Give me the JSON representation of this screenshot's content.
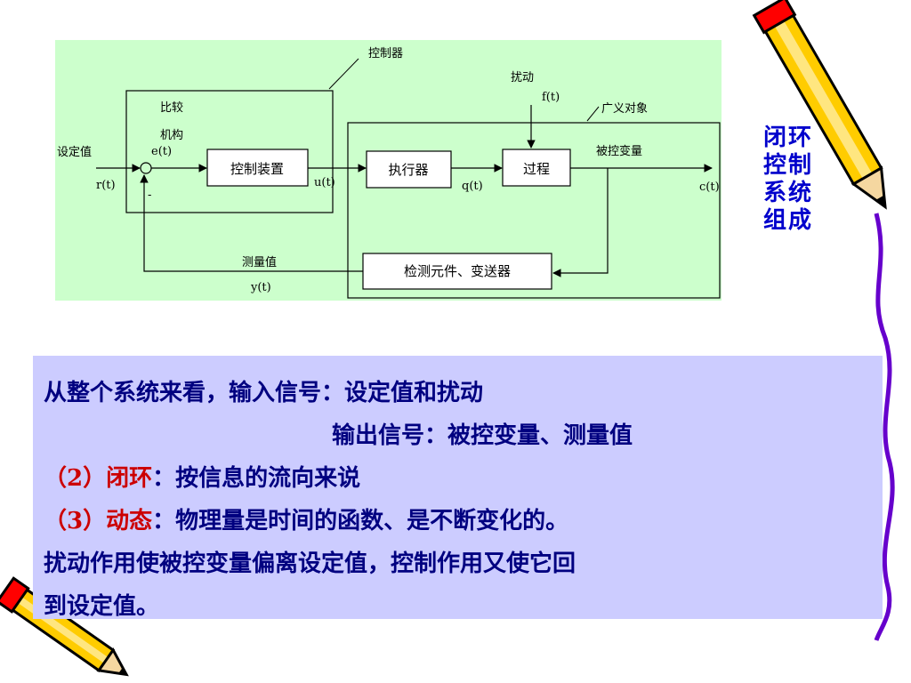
{
  "diagram": {
    "controller_label": "控制器",
    "disturbance_label": "扰动",
    "disturbance_signal": "f(t)",
    "generalized_object_label": "广义对象",
    "comparison_label_1": "比较",
    "comparison_label_2": "机构",
    "error_signal": "e(t)",
    "setpoint_label": "设定值",
    "setpoint_signal": "r(t)",
    "minus_sign": "-",
    "control_device": "控制装置",
    "control_signal": "u(t)",
    "actuator": "执行器",
    "manipulated_signal": "q(t)",
    "process": "过程",
    "controlled_variable_label": "被控变量",
    "output_signal": "c(t)",
    "measured_value_label": "测量值",
    "measured_signal": "y(t)",
    "transmitter": "检测元件、变送器"
  },
  "side_title": [
    "闭环",
    "控制",
    "系统",
    "组成"
  ],
  "text": {
    "line1": "从整个系统来看，输入信号：设定值和扰动",
    "line2": "输出信号：被控变量、测量值",
    "line3_prefix": "（2）闭环",
    "line3_colon": "：",
    "line3_body": "按信息的流向来说",
    "line4_prefix": "（3）动态",
    "line4_colon": "：",
    "line4_body": "物理量是时间的函数、是不断变化的。",
    "line5": "扰动作用使被控变量偏离设定值，控制作用又使它回",
    "line6": "到设定值。"
  },
  "colors": {
    "diagram_background": "#ccffcc",
    "textbox_background": "#ccccff",
    "text_blue": "#000080",
    "text_red": "#cc0000",
    "title_blue": "#0000cc",
    "pencil_yellow": "#ffcc00",
    "pencil_red": "#ff0000",
    "border_purple": "#6600cc"
  }
}
